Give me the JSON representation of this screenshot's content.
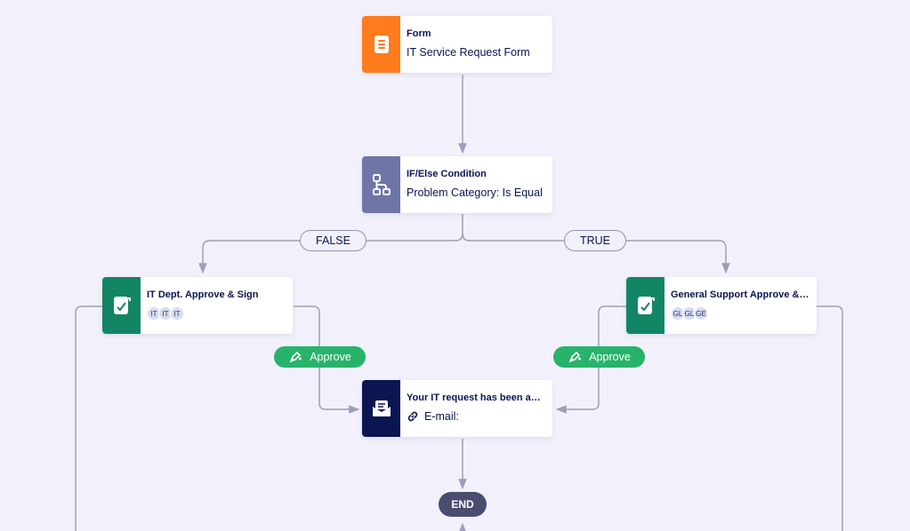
{
  "colors": {
    "form": "#ff7b1c",
    "condition": "#6f76a7",
    "approval": "#128664",
    "email": "#0a1551",
    "approve_pill": "#27b36a",
    "end": "#4a4d71",
    "connector": "#9c9fb8"
  },
  "nodes": {
    "form": {
      "icon": "form-document-icon",
      "title": "Form",
      "subtitle": "IT Service Request Form"
    },
    "condition": {
      "icon": "branch-condition-icon",
      "title": "IF/Else Condition",
      "subtitle": "Problem Category: Is Equal T"
    },
    "it_approval": {
      "icon": "approve-sign-icon",
      "title": "IT Dept. Approve & Sign",
      "assignees": [
        "IT",
        "IT",
        "IT"
      ]
    },
    "general_approval": {
      "icon": "approve-sign-icon",
      "title": "General Support Approve & S...",
      "assignees": [
        "GL",
        "GL",
        "GE"
      ]
    },
    "email": {
      "icon": "email-envelope-icon",
      "title": "Your IT request has been appr...",
      "subtitle": "E-mail:",
      "sub_icon": "link-icon"
    }
  },
  "branches": {
    "false_label": "FALSE",
    "true_label": "TRUE"
  },
  "approve_labels": {
    "left": "Approve",
    "right": "Approve"
  },
  "end_label": "END"
}
